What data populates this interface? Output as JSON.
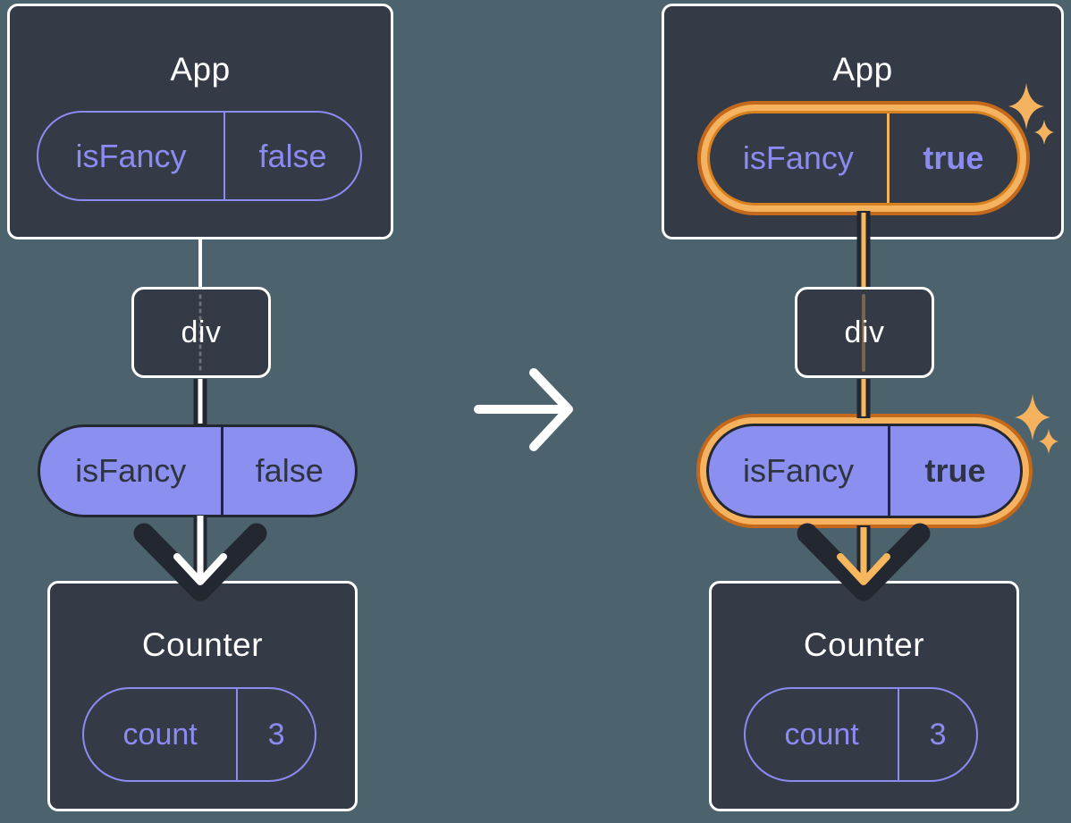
{
  "colors": {
    "bg": "#4C636E",
    "boxFill": "#343A46",
    "boxBorder": "#FFFFFF",
    "purple": "#8B8BF2",
    "purpleFill": "#8A8FF0",
    "dark": "#232730",
    "textDark": "#2E3440",
    "orangeDark": "#C4691C",
    "orangeLight": "#F5B360",
    "orangeMid": "#D8821F",
    "orangeCore": "#F7B75F",
    "sparkle": "#F5B360"
  },
  "icons": {
    "transition": "arrow-right-icon",
    "highlight": "sparkle-icon",
    "flow": "arrow-down-icon"
  },
  "left": {
    "app": {
      "title": "App",
      "prop": {
        "name": "isFancy",
        "value": "false"
      }
    },
    "div_node": {
      "label": "div"
    },
    "passed_prop": {
      "name": "isFancy",
      "value": "false"
    },
    "counter": {
      "title": "Counter",
      "state": {
        "name": "count",
        "value": "3"
      }
    }
  },
  "right": {
    "app": {
      "title": "App",
      "prop": {
        "name": "isFancy",
        "value": "true"
      }
    },
    "div_node": {
      "label": "div"
    },
    "passed_prop": {
      "name": "isFancy",
      "value": "true"
    },
    "counter": {
      "title": "Counter",
      "state": {
        "name": "count",
        "value": "3"
      }
    }
  }
}
